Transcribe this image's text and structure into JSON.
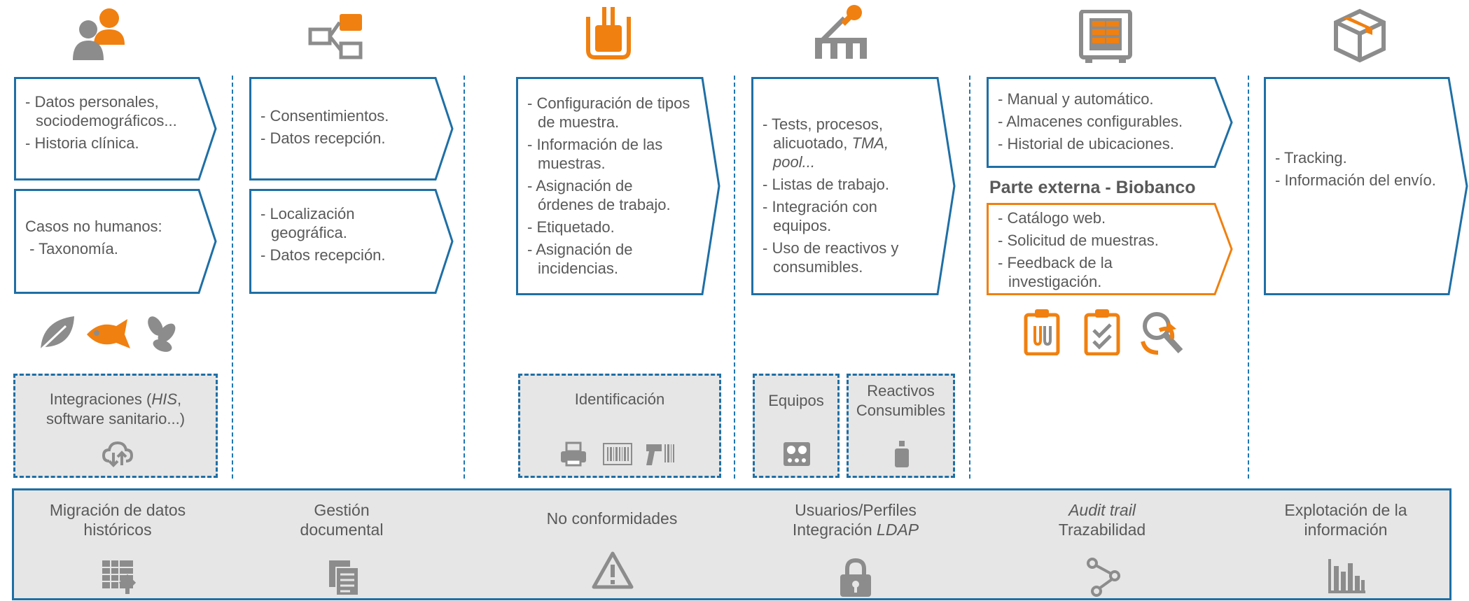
{
  "columns": [
    {
      "boxes": [
        {
          "items": [
            "- Datos personales, sociodemográficos...",
            "- Historia clínica."
          ]
        },
        {
          "items": [
            "Casos no humanos:",
            " - Taxonomía."
          ]
        }
      ]
    },
    {
      "boxes": [
        {
          "items": [
            "- Consentimientos.",
            "- Datos recepción."
          ]
        },
        {
          "items": [
            "- Localización geográfica.",
            "- Datos recepción."
          ]
        }
      ]
    },
    {
      "boxes": [
        {
          "items": [
            "- Configuración de tipos de muestra.",
            "- Información de las muestras.",
            "- Asignación de órdenes de trabajo.",
            "- Etiquetado.",
            "- Asignación de incidencias."
          ]
        }
      ]
    },
    {
      "boxes": [
        {
          "items_html_note": "",
          "items": [
            "- Tests, procesos, alicuotado, ",
            "- Listas de trabajo.",
            "- Integración con equipos.",
            "- Uso de reactivos y consumibles."
          ],
          "italic_suffix": "TMA, pool..."
        }
      ]
    },
    {
      "boxes": [
        {
          "items": [
            "- Manual y automático.",
            "- Almacenes configurables.",
            "- Historial de ubicaciones."
          ]
        }
      ],
      "section_title": "Parte externa - Biobanco",
      "external": {
        "items": [
          "- Catálogo web.",
          "- Solicitud de muestras.",
          "- Feedback de la investigación."
        ]
      }
    },
    {
      "boxes": [
        {
          "items": [
            "- Tracking.",
            "- Información del envío."
          ]
        }
      ]
    }
  ],
  "integrations": {
    "his_prefix": "Integraciones (",
    "his_italic": "HIS",
    "his_suffix": ",",
    "his_line2": "software sanitario...)",
    "identificacion": "Identificación",
    "equipos": "Equipos",
    "reactivos_line1": "Reactivos",
    "reactivos_line2": "Consumibles"
  },
  "bottom": [
    {
      "line1": "Migración de datos",
      "line2": "históricos",
      "icon": "table-upload-icon"
    },
    {
      "line1": "Gestión",
      "line2": "documental",
      "icon": "documents-icon"
    },
    {
      "line1": "No conformidades",
      "line2": "",
      "icon": "warning-icon"
    },
    {
      "line1": "Usuarios/Perfiles",
      "line2_prefix": "Integración ",
      "line2_italic": "LDAP",
      "icon": "lock-icon"
    },
    {
      "line1_italic": "Audit trail",
      "line2": "Trazabilidad",
      "icon": "trace-nodes-icon"
    },
    {
      "line1": "Explotación de la",
      "line2": "información",
      "icon": "bar-chart-icon"
    }
  ],
  "colors": {
    "blue": "#1f6fa5",
    "orange": "#f08010",
    "gray": "#808080",
    "text": "#595959",
    "panel": "#e6e6e6"
  }
}
